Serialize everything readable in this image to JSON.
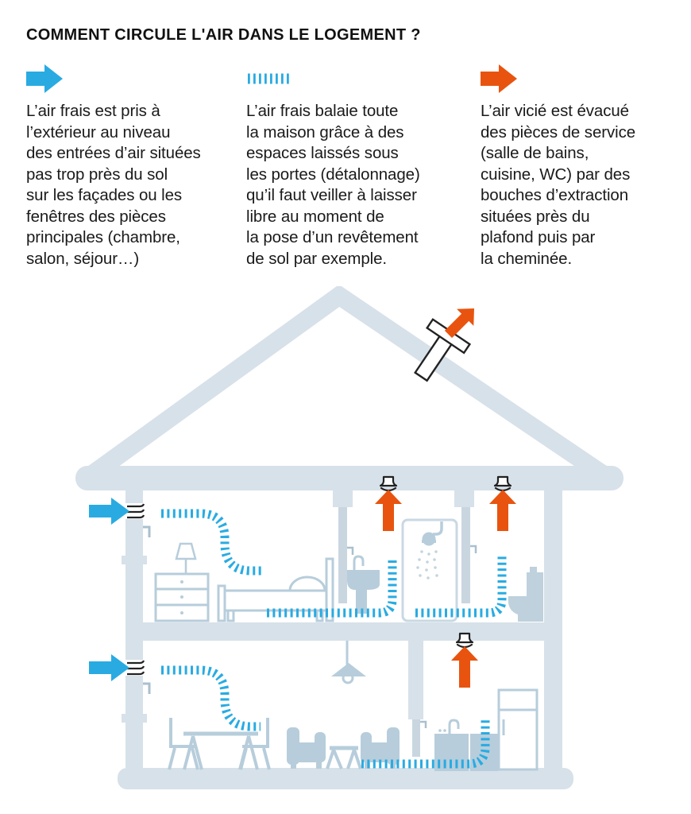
{
  "title": "COMMENT CIRCULE L'AIR DANS LE LOGEMENT ?",
  "legend": {
    "items": [
      {
        "icon": "fresh-air-inlet-arrow",
        "text": "L’air frais est pris à\nl’extérieur au niveau\ndes entrées d’air situées\npas trop près du sol\nsur les façades ou les\nfenêtres des pièces\nprincipales (chambre,\nsalon, séjour…)"
      },
      {
        "icon": "airflow-dashed-path",
        "text": "L’air frais balaie toute\nla maison grâce à des\nespaces laissés sous\nles portes (détalonnage)\nqu’il faut veiller à laisser\nlibre au moment de\nla pose d’un revêtement\nde sol par exemple."
      },
      {
        "icon": "stale-air-extraction-arrow",
        "text": "L’air vicié est évacué\ndes pièces de service\n(salle de bains,\ncuisine, WC) par des\nbouches d’extraction\nsituées près du\nplafond puis par\nla cheminée."
      }
    ]
  },
  "colors": {
    "fresh_air_blue": "#29ABE2",
    "stale_air_orange": "#E8540F",
    "house_structure": "#D7E1E9",
    "furniture": "#B7CDDB",
    "door": "#C9D6E0",
    "outline_black": "#222222",
    "text": "#1A1A1A"
  }
}
